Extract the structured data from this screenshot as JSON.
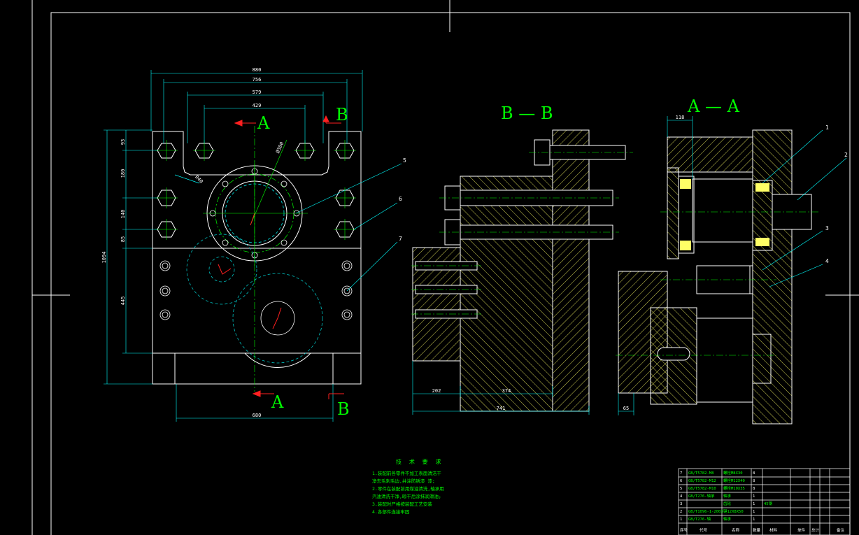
{
  "sections": {
    "a_mark": "A",
    "b_mark": "B",
    "bb_title": "B — B",
    "aa_title": "A — A"
  },
  "dimensions": {
    "top_880": "880",
    "top_756": "756",
    "top_579": "579",
    "top_429": "429",
    "bottom_680": "680",
    "left_93": "93",
    "left_180": "180",
    "left_140": "140",
    "left_85": "85",
    "left_445": "445",
    "left_1094": "1094",
    "bb_202": "202",
    "bb_374": "374",
    "bb_741": "741",
    "aa_118": "118",
    "aa_65": "65",
    "dia_300": "Ø300"
  },
  "part_numbers": [
    "1",
    "2",
    "3",
    "4",
    "5",
    "6",
    "7"
  ],
  "technical_notes": {
    "title": "技 术 要 求",
    "lines": [
      "1.装配前各零件不加工表面清洁干",
      "净去毛刺毛边,并涂防锈漆 漆;",
      "2.零件在装配前用煤油清洗,轴承用",
      "汽油清洗干净,晾干后涂抹润滑油;",
      "3.装配时严格按装配工艺安装",
      "4.各部件连接牢固"
    ]
  },
  "bom": {
    "rows": [
      {
        "no": "7",
        "code": "GB/T5782-M8",
        "name": "螺栓M8X30",
        "qty": "8"
      },
      {
        "no": "6",
        "code": "GB/T5782-M12",
        "name": "螺栓M12X40",
        "qty": "8"
      },
      {
        "no": "5",
        "code": "GB/T5782-M10",
        "name": "螺栓M10X35",
        "qty": "8"
      },
      {
        "no": "4",
        "code": "GB/T276-轴承",
        "name": "轴承",
        "qty": "1"
      },
      {
        "no": "3",
        "code": "",
        "name": "齿轮",
        "qty": "1",
        "material": "45钢"
      },
      {
        "no": "2",
        "code": "GB/T1096-1-2003",
        "name": "键12X8X50",
        "qty": "1"
      },
      {
        "no": "1",
        "code": "GB/T276-轴",
        "name": "轴承",
        "qty": "1"
      }
    ],
    "headers": [
      "序号",
      "代号",
      "名称",
      "数量",
      "材料",
      "单件",
      "总计",
      "备注"
    ]
  },
  "colors": {
    "outline": "#ffffff",
    "hatch": "#ffff66",
    "center": "#00ff00",
    "hidden": "#00c0c0",
    "dimension": "#00ffff",
    "leader": "#00ffff",
    "section": "#00ff00",
    "arrow": "#ff2020"
  }
}
